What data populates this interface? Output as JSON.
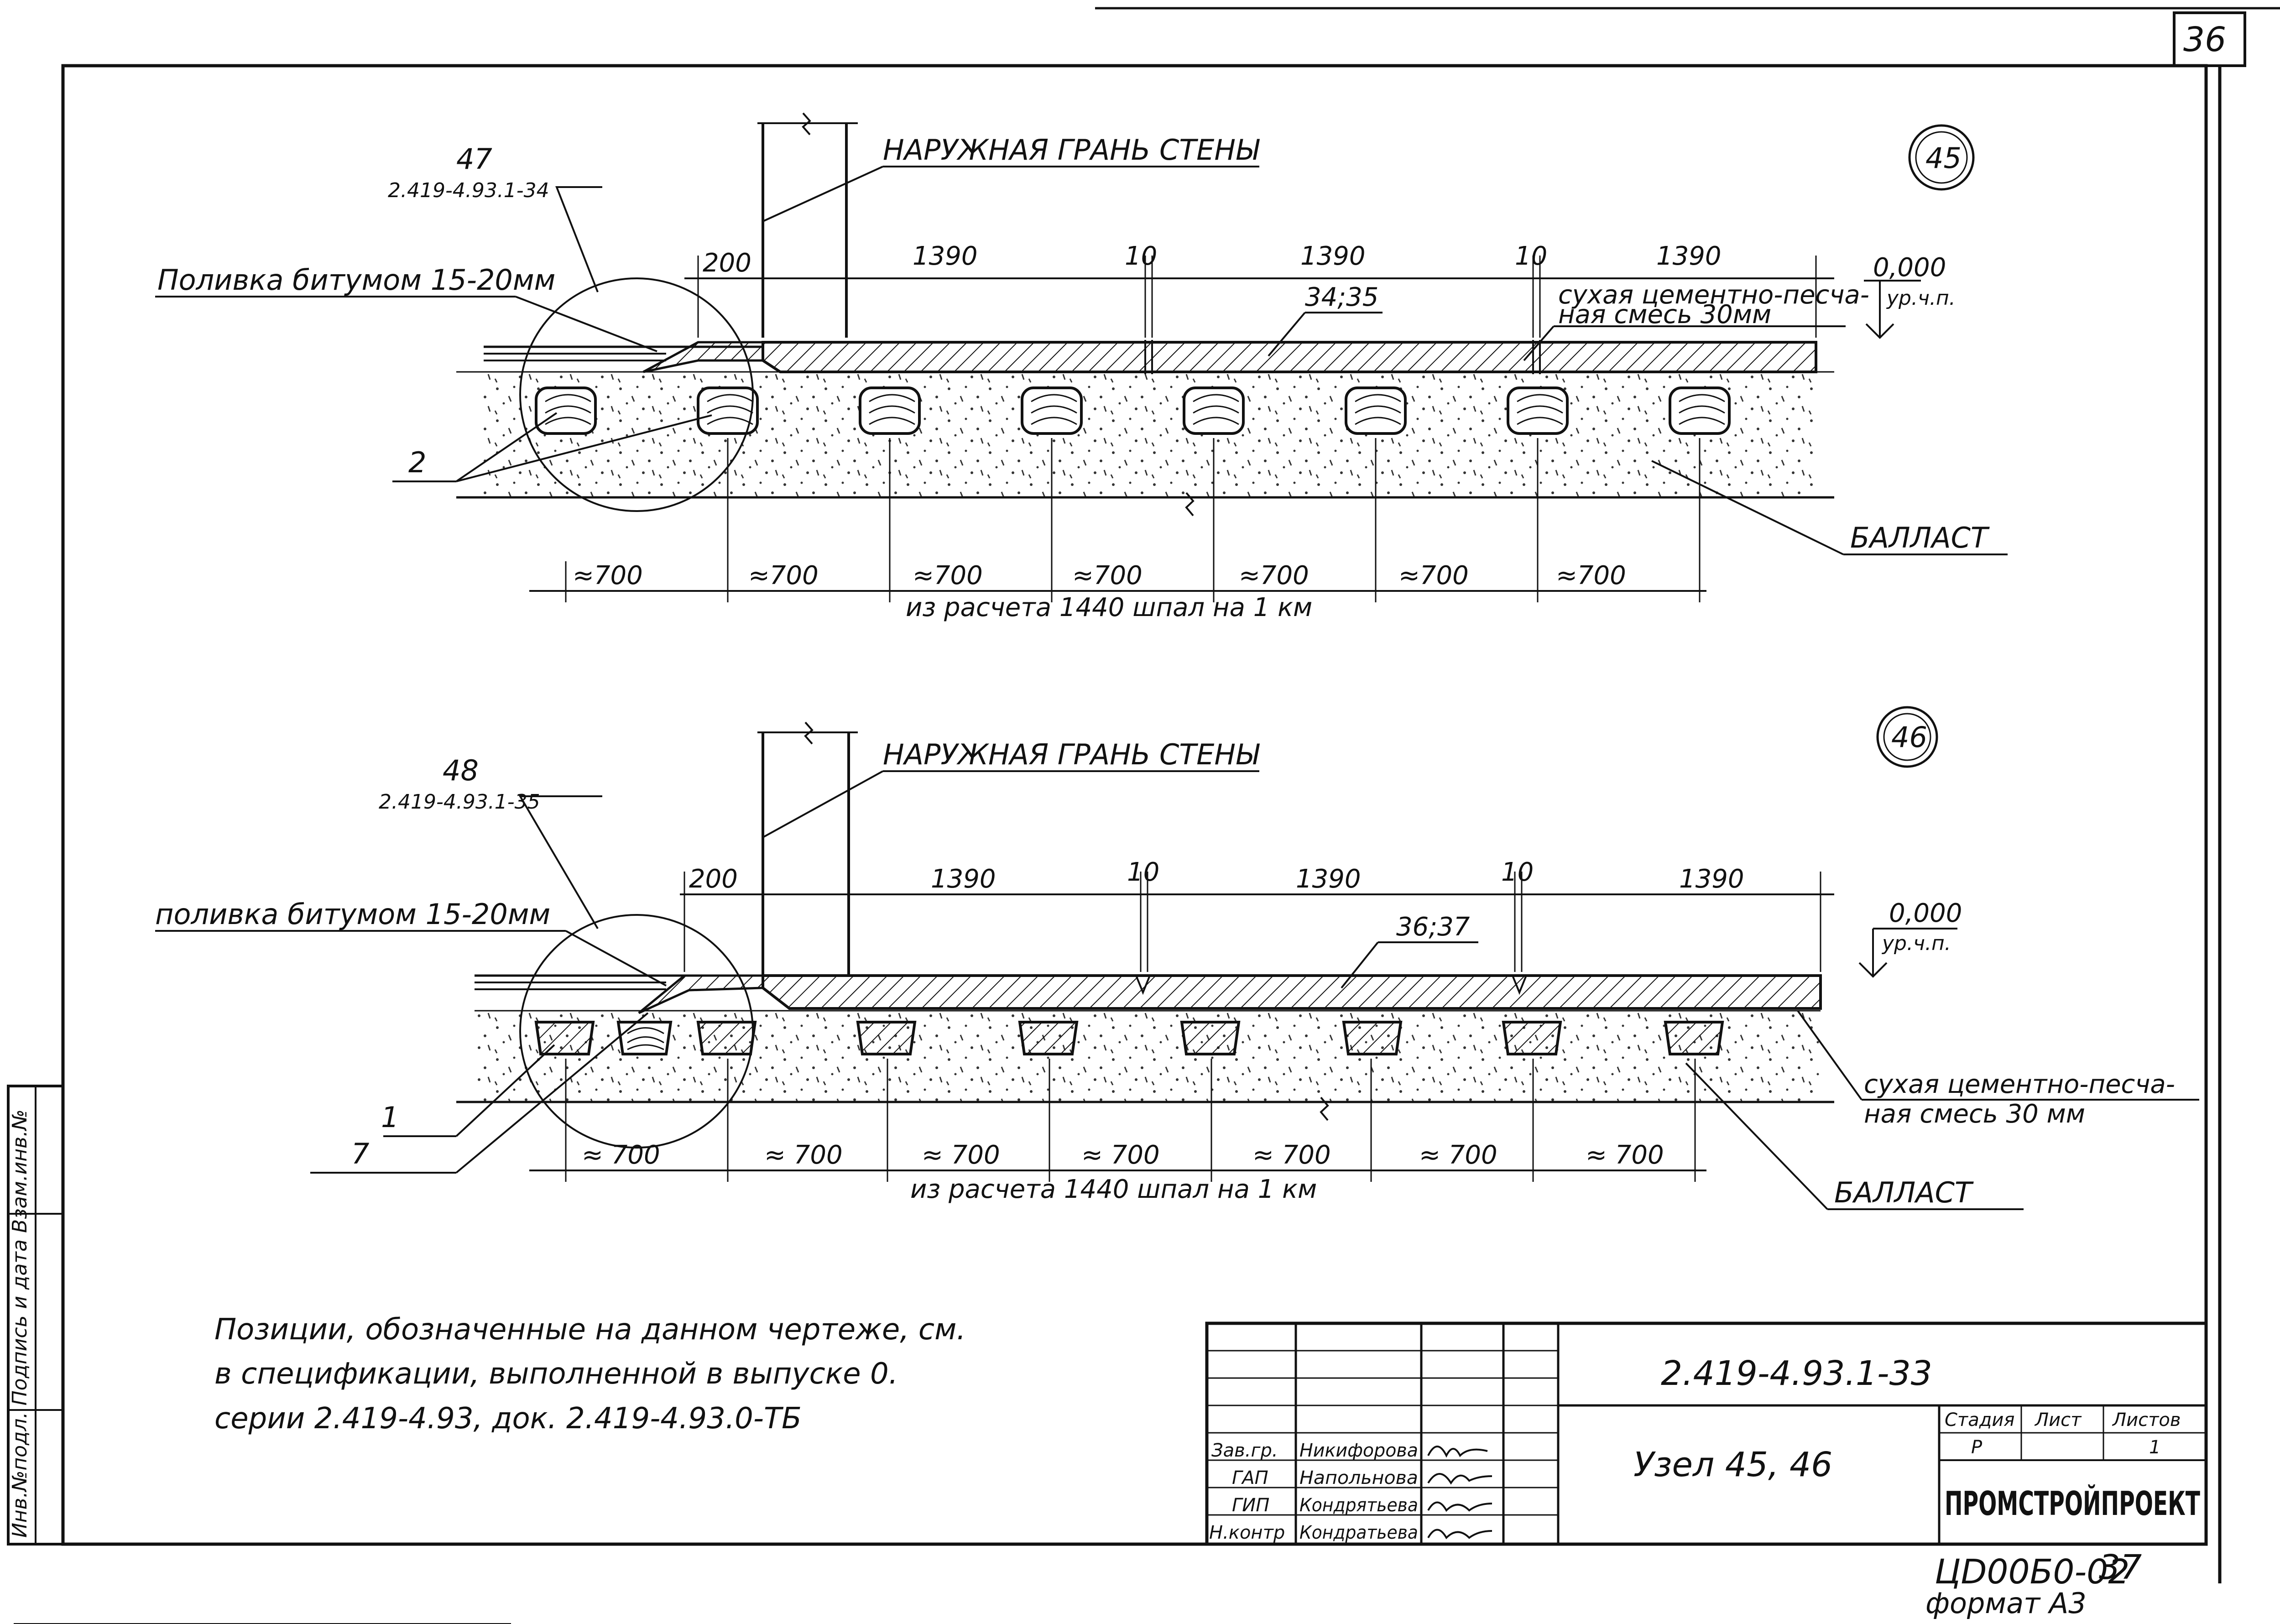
{
  "sheet": {
    "sheet_number": "36",
    "doc_code": "2.419-4.93.1-33",
    "title": "Узел 45, 46",
    "org": "ПРОМСТРОЙПРОЕКТ",
    "archive": "ЦD00Б0-02",
    "archive_page": "37",
    "format": "формат А3",
    "side_stamp": "Инв.№подл. Подпись и дата Взам.инв.№"
  },
  "node45": {
    "mark": "45",
    "wall_label": "НАРУЖНАЯ ГРАНЬ СТЕНЫ",
    "ref_pos": "47",
    "ref_doc": "2.419-4.93.1-34",
    "bitumen": "Поливка битумом 15-20мм",
    "level_value": "0,000",
    "level_label": "ур.ч.п.",
    "pos_slab": "34;35",
    "mix": "сухая цементно-песча-",
    "mix2": "ная смесь 30мм",
    "ballast": "БАЛЛАСТ",
    "leader_pos": "2",
    "dims_top": [
      "200",
      "1390",
      "10",
      "1390",
      "10",
      "1390"
    ],
    "dims_bottom": [
      "≈700",
      "≈700",
      "≈700",
      "≈700",
      "≈700",
      "≈700",
      "≈700"
    ],
    "calc": "из расчета 1440 шпал на 1 км"
  },
  "node46": {
    "mark": "46",
    "wall_label": "НАРУЖНАЯ ГРАНЬ СТЕНЫ",
    "ref_pos": "48",
    "ref_doc": "2.419-4.93.1-35",
    "bitumen": "поливка битумом 15-20мм",
    "level_value": "0,000",
    "level_label": "ур.ч.п.",
    "pos_slab": "36;37",
    "mix": "сухая цементно-песча-",
    "mix2": "ная смесь 30 мм",
    "ballast": "БАЛЛАСТ",
    "leader_pos_1": "1",
    "leader_pos_7": "7",
    "dims_top": [
      "200",
      "1390",
      "10",
      "1390",
      "10",
      "1390"
    ],
    "dims_bottom": [
      "≈ 700",
      "≈ 700",
      "≈ 700",
      "≈ 700",
      "≈ 700",
      "≈ 700",
      "≈ 700"
    ],
    "calc": "из расчета 1440 шпал на 1 км"
  },
  "note": {
    "line1": "Позиции, обозначенные на данном чертеже, см.",
    "line2": "в спецификации, выполненной в выпуске 0.",
    "line3": "серии 2.419-4.93, док. 2.419-4.93.0-ТБ"
  },
  "titleblock": {
    "stage_header": "Стадия",
    "sheet_header": "Лист",
    "sheets_header": "Листов",
    "stage": "Р",
    "sheets": "1",
    "roles": [
      "Зав.гр.",
      "ГАП",
      "ГИП",
      "Н.контр"
    ],
    "names": [
      "Никифорова",
      "Напольнова",
      "Кондрятьева",
      "Кондратьева"
    ]
  }
}
